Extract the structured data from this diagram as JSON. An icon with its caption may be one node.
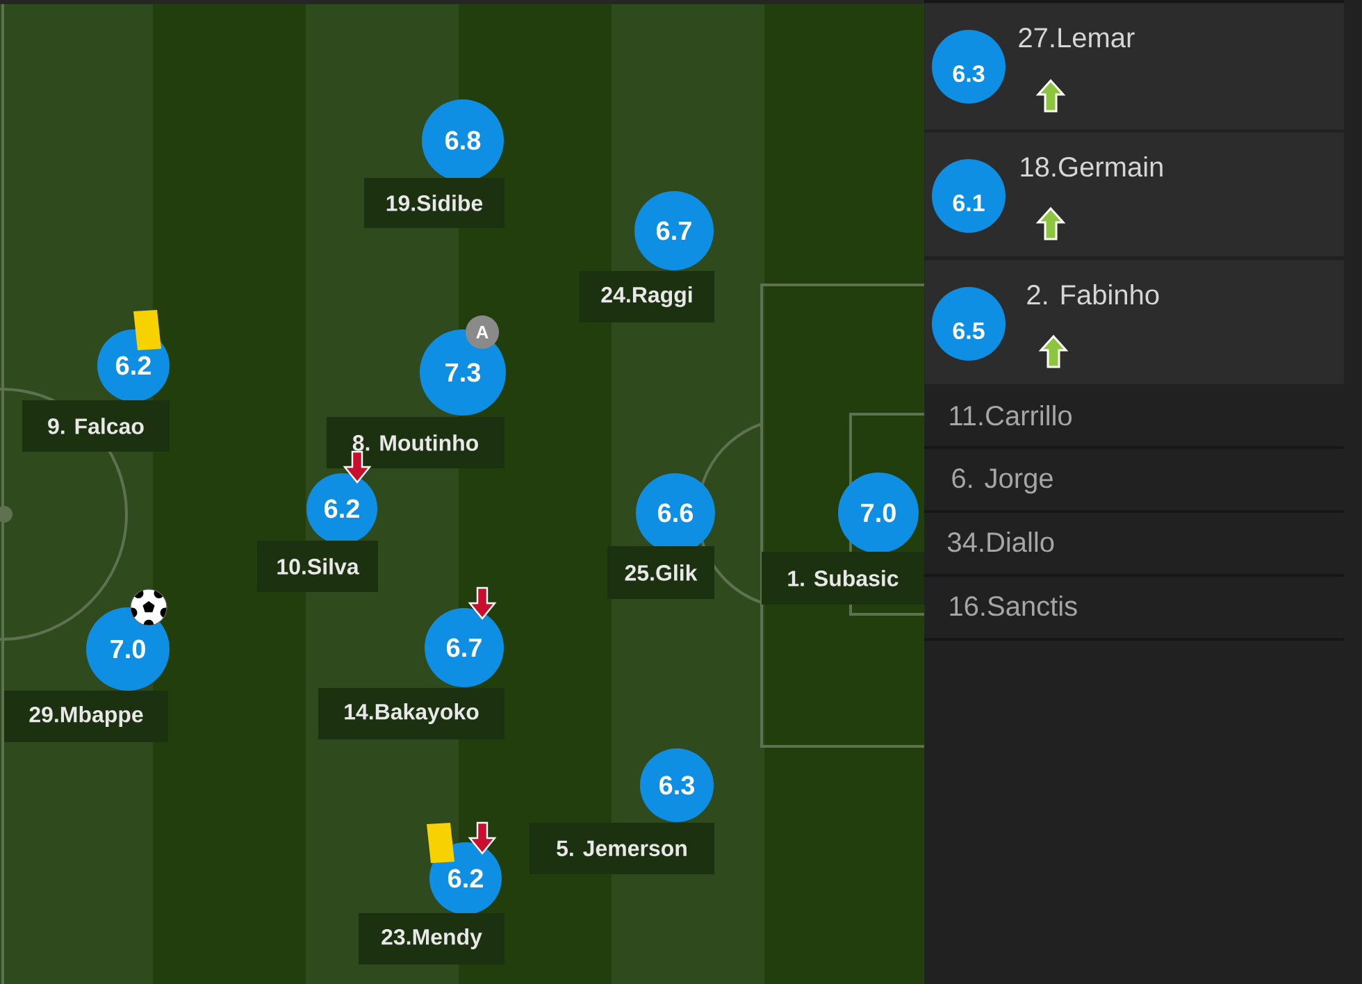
{
  "diagram": {
    "nodes": [
      {
        "text": [
          "6.8"
        ],
        "beside": [
          "19.Sidibe"
        ]
      },
      {
        "text": [
          "6.7"
        ],
        "beside": [
          "24.Raggi"
        ]
      },
      {
        "text": [
          "6.2"
        ],
        "beside": [
          "9. Falcao"
        ]
      },
      {
        "text": [
          "7.3"
        ],
        "beside": [
          "8. Moutinho"
        ]
      },
      {
        "text": [
          "6.2"
        ],
        "beside": [
          "10.Silva"
        ]
      },
      {
        "text": [
          "6.6"
        ],
        "beside": [
          "25.Glik"
        ]
      },
      {
        "text": [
          "7.0"
        ],
        "beside": [
          "1. Subasic"
        ]
      },
      {
        "text": [
          "7.0"
        ],
        "beside": [
          "29.Mbappe"
        ]
      },
      {
        "text": [
          "6.7"
        ],
        "beside": [
          "14.Bakayoko"
        ]
      },
      {
        "text": [
          "6.3"
        ],
        "beside": [
          "5. Jemerson"
        ]
      },
      {
        "text": [
          "6.2"
        ],
        "beside": [
          "23.Mendy"
        ]
      },
      {
        "text": [
          "27.Lemar"
        ]
      },
      {
        "text": [
          "6.3"
        ],
        "in": 11
      },
      {
        "text": [
          "18.Germain"
        ]
      },
      {
        "text": [
          "6.1"
        ],
        "in": 13
      },
      {
        "text": [
          "2. Fabinho"
        ]
      },
      {
        "text": [
          "6.5"
        ],
        "in": 15
      }
    ],
    "labels": [
      "A",
      "11.Carrillo",
      "6. Jorge",
      "34.Diallo",
      "16.Sanctis"
    ]
  }
}
